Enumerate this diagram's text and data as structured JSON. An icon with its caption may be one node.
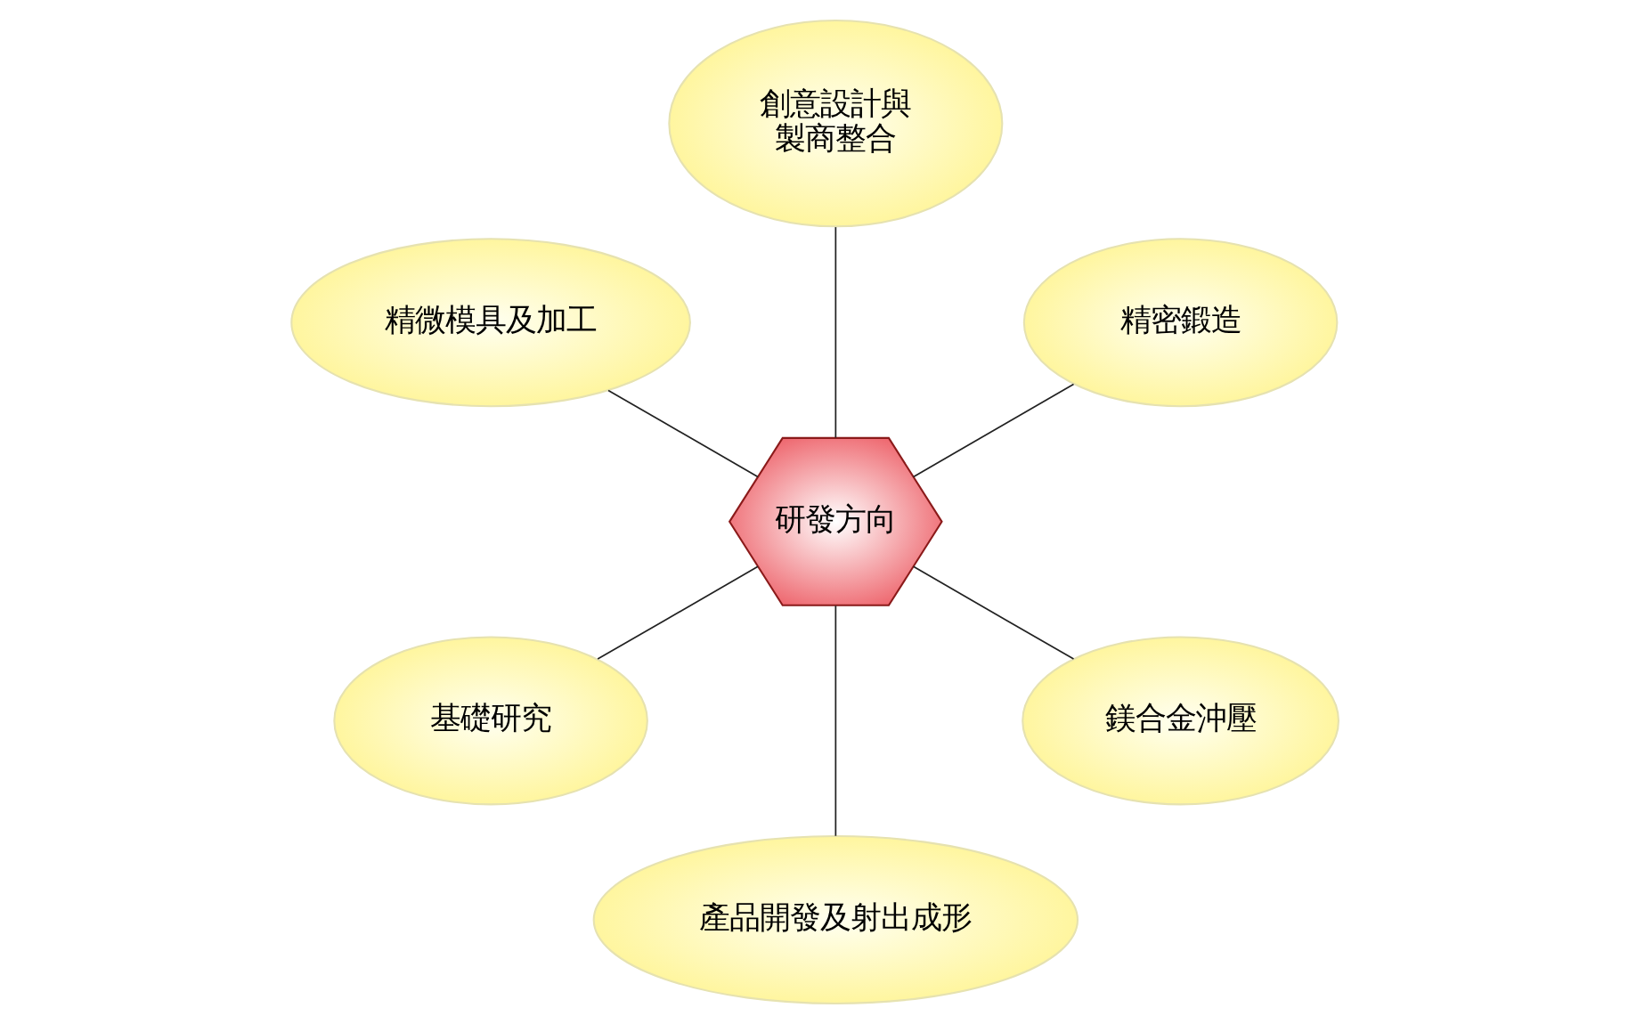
{
  "diagram": {
    "nodes": [
      {
        "text": [
          "研發方向"
        ]
      },
      {
        "text": [
          "創意設計與製商整合"
        ]
      },
      {
        "text": [
          "精密鍛造"
        ]
      },
      {
        "text": [
          "鎂合金沖壓"
        ]
      },
      {
        "text": [
          "產品開發及射出成形"
        ]
      },
      {
        "text": [
          "基礎研究"
        ]
      },
      {
        "text": [
          "精微模具及加工"
        ]
      }
    ],
    "edges": [
      {
        "from": 0,
        "to": 1,
        "arrow": "none"
      },
      {
        "from": 0,
        "to": 2,
        "arrow": "none"
      },
      {
        "from": 0,
        "to": 3,
        "arrow": "none"
      },
      {
        "from": 0,
        "to": 4,
        "arrow": "none"
      },
      {
        "from": 0,
        "to": 5,
        "arrow": "none"
      },
      {
        "from": 0,
        "to": 6,
        "arrow": "none"
      }
    ]
  }
}
